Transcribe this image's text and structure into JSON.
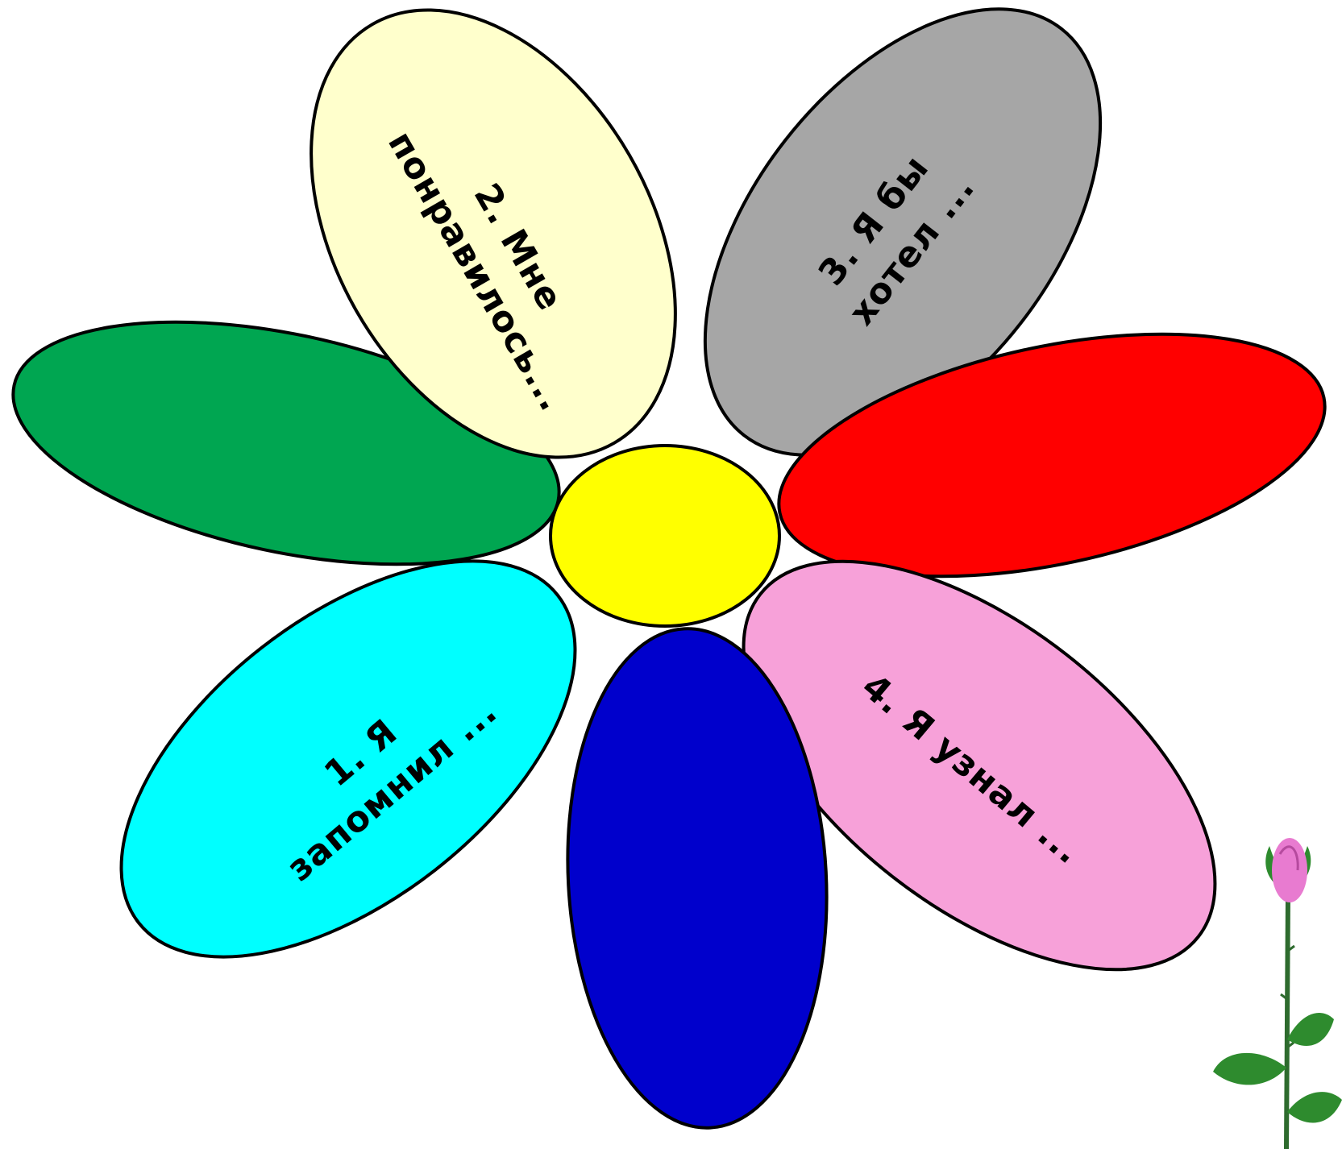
{
  "flower": {
    "outline_color": "#000000",
    "center_color": "#FFFF00",
    "petals": [
      {
        "id": "green",
        "color": "#00A651",
        "lines": []
      },
      {
        "id": "cream",
        "color": "#FFFFCC",
        "lines": [
          "2. Мне",
          "понравилось..."
        ]
      },
      {
        "id": "gray",
        "color": "#A6A6A6",
        "lines": [
          "3. Я бы",
          "хотел ..."
        ]
      },
      {
        "id": "red",
        "color": "#FF0000",
        "lines": []
      },
      {
        "id": "pink",
        "color": "#F7A1D9",
        "lines": [
          "4. Я  узнал ..."
        ]
      },
      {
        "id": "blue",
        "color": "#0000CC",
        "lines": []
      },
      {
        "id": "cyan",
        "color": "#00FFFF",
        "lines": [
          "1. Я",
          "запомнил ..."
        ]
      }
    ]
  },
  "decoration": {
    "rose_bud_color": "#E87BD0",
    "rose_leaf_color": "#2E8B2E",
    "rose_icon": "rose-icon"
  }
}
